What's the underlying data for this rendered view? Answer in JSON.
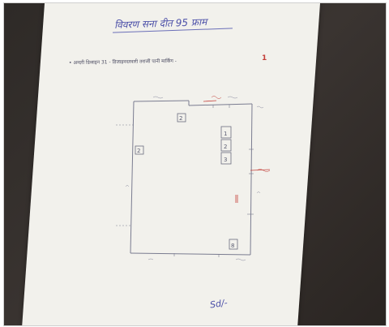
{
  "document": {
    "title": "विवरण सना दीत 95 फ्राम",
    "subtitle": "• अन्दरी डिजाइन 31 - डिजाइनदरवारी तराजी पानी मार्किंग -",
    "subtitle_mark": "1",
    "signature": "Sd/-",
    "ink_colors": {
      "blue": "#4b4fa8",
      "red": "#c4403a",
      "paper": "#f2f1ec"
    },
    "box_labels": [
      "1",
      "2",
      "3"
    ],
    "markers": [
      "2",
      "2",
      "8"
    ]
  }
}
